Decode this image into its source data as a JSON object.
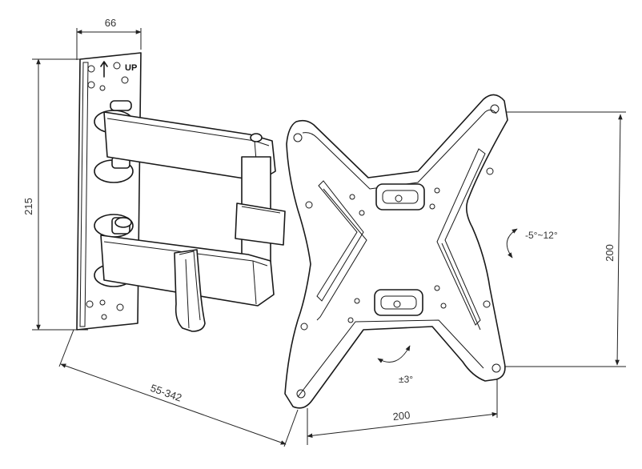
{
  "dimensions": {
    "wall_plate_width": "66",
    "wall_plate_height": "215",
    "extension": "55-342",
    "vesa_horizontal": "200",
    "vesa_vertical": "200"
  },
  "annotations": {
    "tilt": "-5°~12°",
    "swivel": "±3°",
    "up_label": "UP"
  }
}
